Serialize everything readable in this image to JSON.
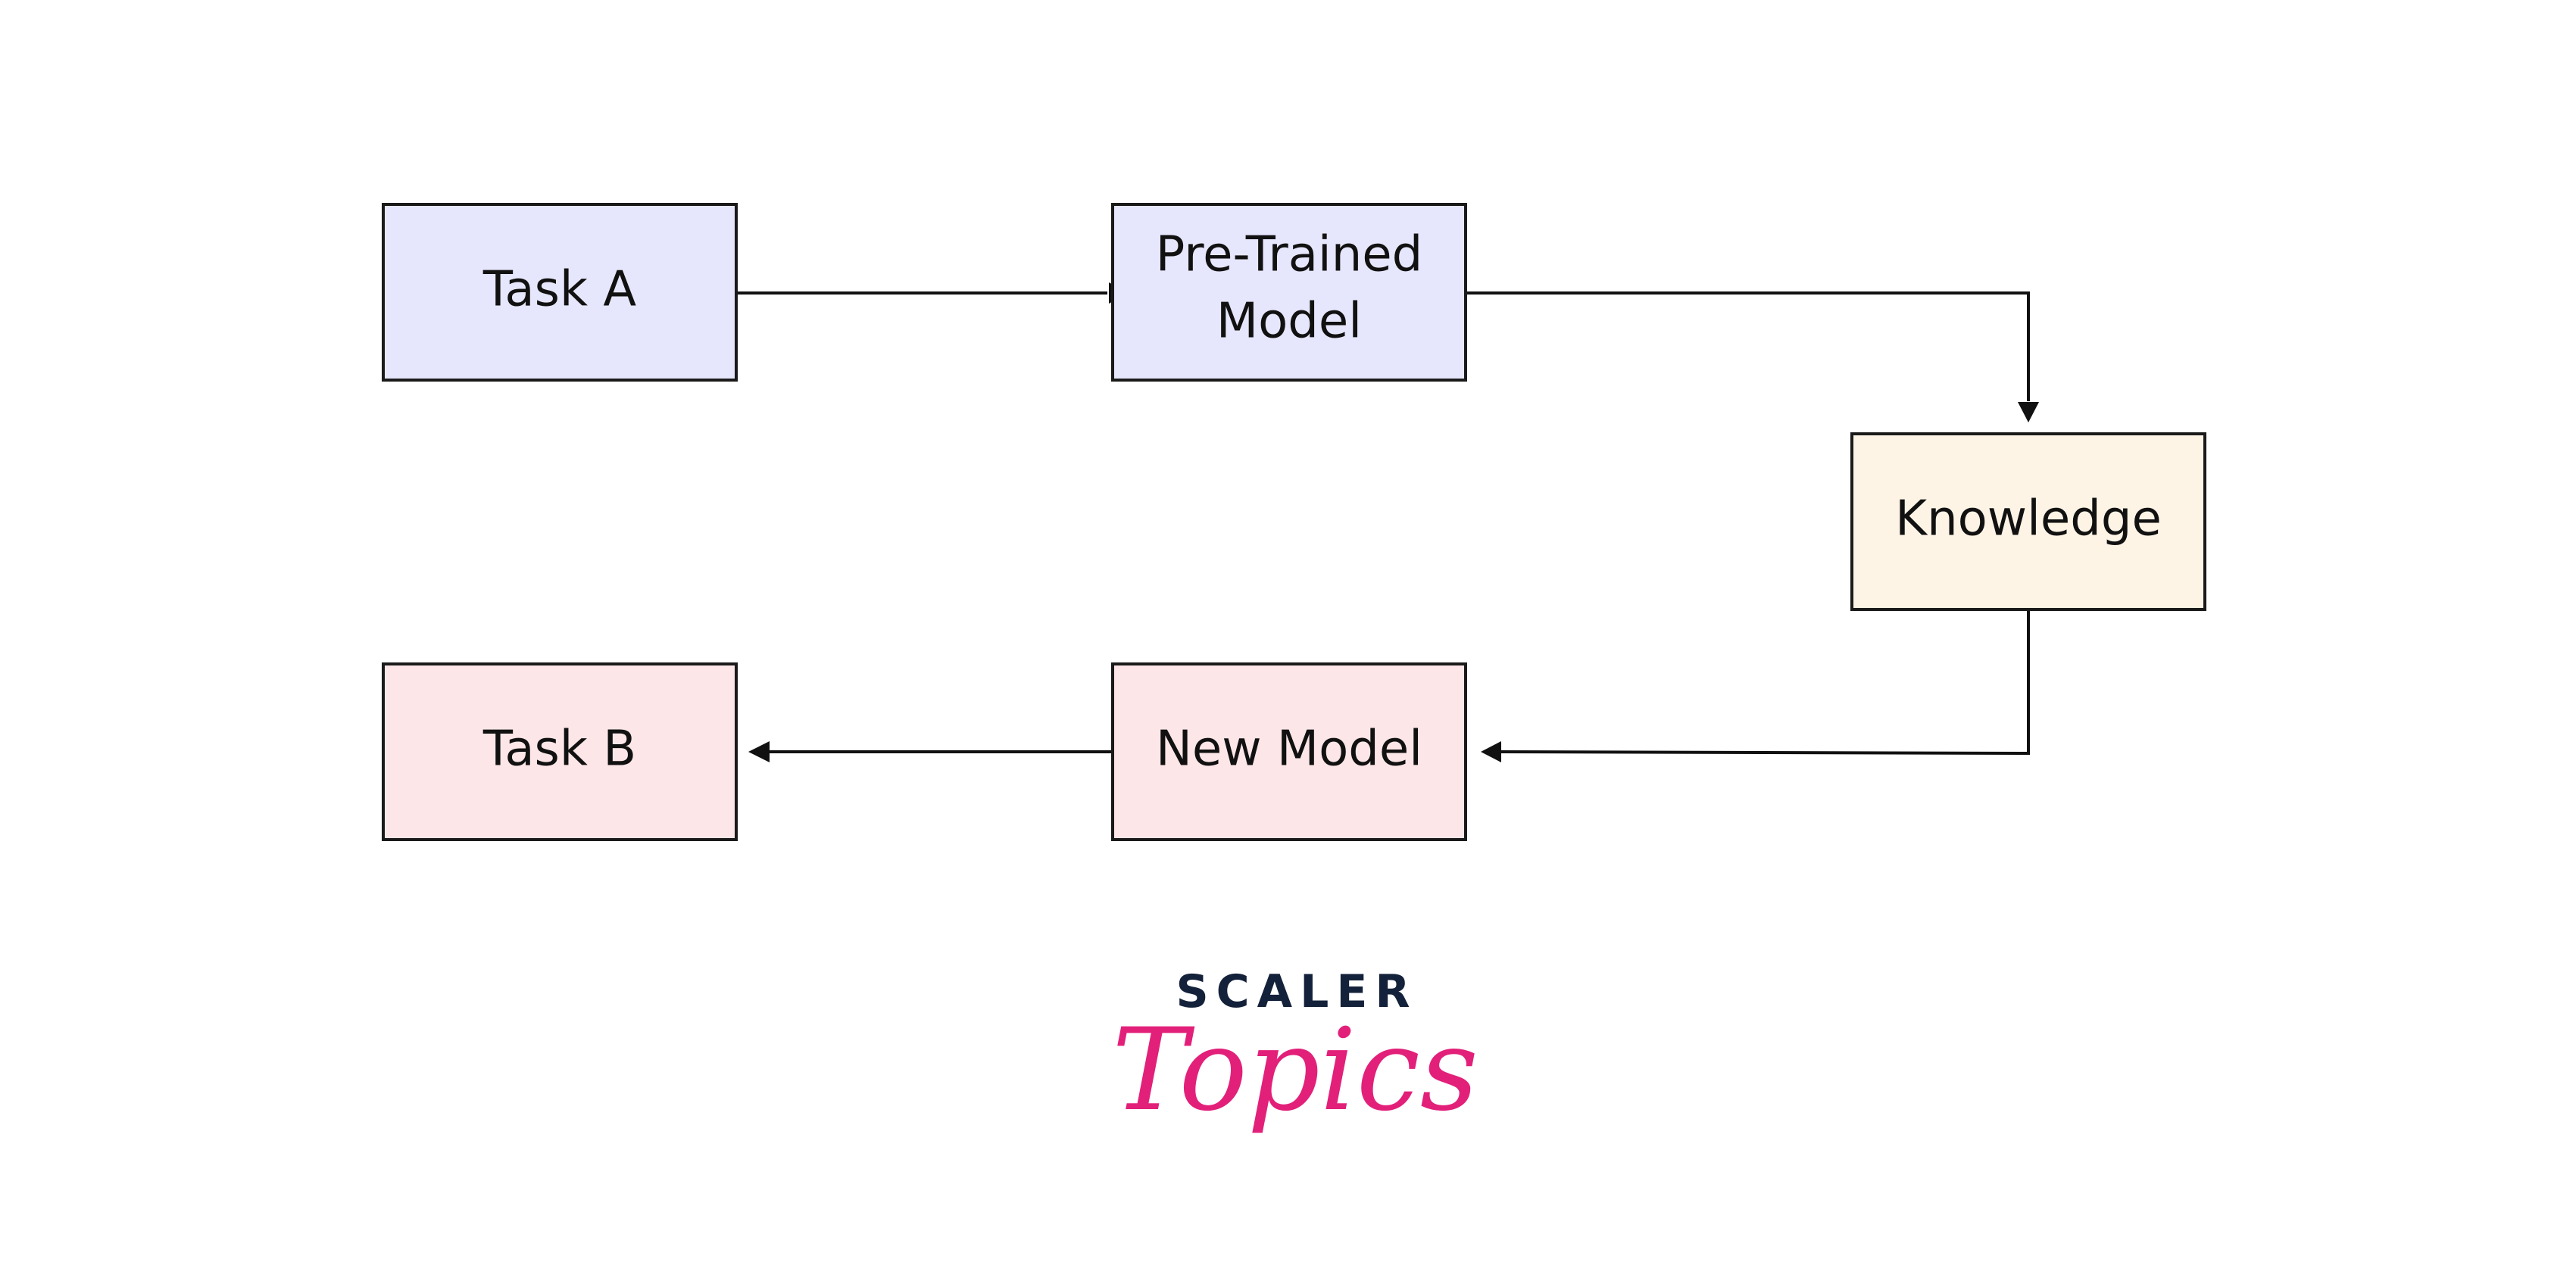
{
  "nodes": {
    "task_a": {
      "label": "Task A",
      "color": "#e6e6fc"
    },
    "pretrained": {
      "label_line1": "Pre-Trained",
      "label_line2": "Model",
      "color": "#e6e6fc"
    },
    "knowledge": {
      "label": "Knowledge",
      "color": "#fdf4e6"
    },
    "new_model": {
      "label": "New Model",
      "color": "#fde6e8"
    },
    "task_b": {
      "label": "Task B",
      "color": "#fde6e8"
    }
  },
  "edges": [
    {
      "from": "Task A",
      "to": "Pre-Trained Model"
    },
    {
      "from": "Pre-Trained Model",
      "to": "Knowledge"
    },
    {
      "from": "Knowledge",
      "to": "New Model"
    },
    {
      "from": "New Model",
      "to": "Task B"
    }
  ],
  "logo": {
    "top": "SCALER",
    "bottom": "Topics",
    "top_color": "#14213a",
    "bottom_color": "#e2207a"
  }
}
